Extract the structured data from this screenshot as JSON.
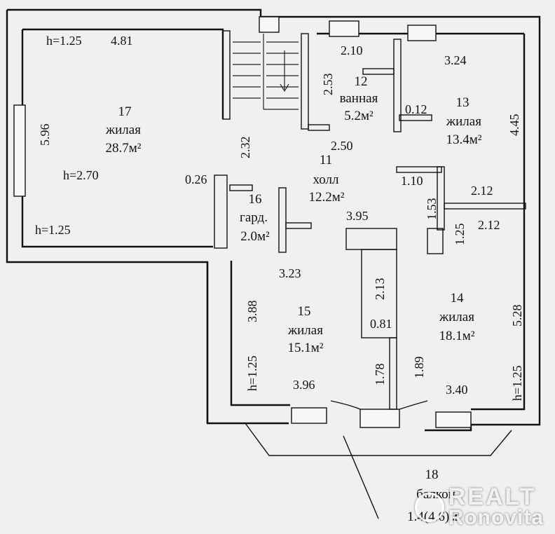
{
  "rooms": [
    {
      "id": "r17",
      "number": "17",
      "name": "жилая",
      "area": "28.7м²"
    },
    {
      "id": "r12",
      "number": "12",
      "name": "ванная",
      "area": "5.2м²"
    },
    {
      "id": "r13",
      "number": "13",
      "name": "жилая",
      "area": "13.4м²"
    },
    {
      "id": "r11",
      "number": "11",
      "name": "холл",
      "area": "12.2м²"
    },
    {
      "id": "r16",
      "number": "16",
      "name": "гард.",
      "area": "2.0м²"
    },
    {
      "id": "r15",
      "number": "15",
      "name": "жилая",
      "area": "15.1м²"
    },
    {
      "id": "r14",
      "number": "14",
      "name": "жилая",
      "area": "18.1м²"
    },
    {
      "id": "r18",
      "number": "18",
      "name": "балкон",
      "area": "1.4(4.6)м²"
    }
  ],
  "dimensions": [
    "h=1.25",
    "4.81",
    "5.96",
    "h=2.70",
    "0.26",
    "h=1.25",
    "2.32",
    "2.10",
    "2.53",
    "0.12",
    "2.50",
    "3.24",
    "4.45",
    "1.10",
    "1.53",
    "2.12",
    "2.12",
    "1.25",
    "3.95",
    "3.23",
    "3.88",
    "h=1.25",
    "3.96",
    "2.13",
    "0.81",
    "1.78",
    "1.89",
    "3.40",
    "5.28",
    "h=1.25"
  ],
  "watermark": {
    "line1": "REALT",
    "line2": "Ronovita"
  }
}
